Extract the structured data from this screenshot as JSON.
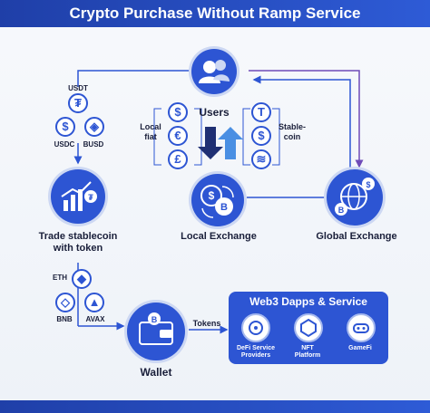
{
  "title": "Crypto Purchase Without Ramp Service",
  "users": {
    "label": "Users"
  },
  "local_fiat": {
    "label_line1": "Local",
    "label_line2": "fiat",
    "symbols": [
      "$",
      "€",
      "£"
    ]
  },
  "stablecoin": {
    "label_line1": "Stable-",
    "label_line2": "coin",
    "symbols": [
      "T",
      "$",
      "≋"
    ]
  },
  "local_exchange": {
    "label": "Local Exchange"
  },
  "global_exchange": {
    "label": "Global Exchange"
  },
  "trade_stablecoin": {
    "label_line1": "Trade stablecoin",
    "label_line2": "with token"
  },
  "stable_tokens": {
    "usdt": "USDT",
    "usdc": "USDC",
    "busd": "BUSD"
  },
  "chain_tokens": {
    "eth": "ETH",
    "bnb": "BNB",
    "avax": "AVAX"
  },
  "wallet": {
    "label": "Wallet"
  },
  "tokens_arrow": {
    "label": "Tokens"
  },
  "web3": {
    "title": "Web3 Dapps & Service",
    "items": [
      {
        "label": "DeFi Service\nProviders",
        "icon": "defi-icon"
      },
      {
        "label": "NFT\nPlatform",
        "icon": "nft-icon"
      },
      {
        "label": "GameFi",
        "icon": "gamefi-icon"
      }
    ]
  },
  "colors": {
    "primary": "#2d55d3",
    "header": "#1f3fa8",
    "accent": "#6f4bb8",
    "text": "#1a1f3a"
  }
}
